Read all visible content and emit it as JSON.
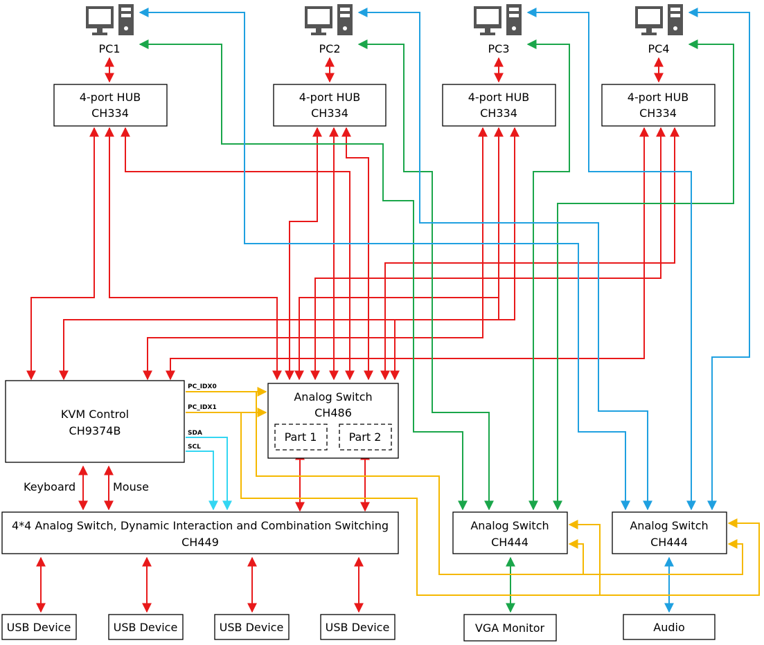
{
  "colors": {
    "red": "#e8191a",
    "green": "#1aa64a",
    "blue": "#1fa0e0",
    "cyan": "#33d6f2",
    "yellow": "#f5b800",
    "icon": "#555555"
  },
  "pcs": [
    {
      "label": "PC1",
      "icon": "desktop-computer-icon"
    },
    {
      "label": "PC2",
      "icon": "desktop-computer-icon"
    },
    {
      "label": "PC3",
      "icon": "desktop-computer-icon"
    },
    {
      "label": "PC4",
      "icon": "desktop-computer-icon"
    }
  ],
  "hubs": [
    {
      "title": "4-port HUB",
      "chip": "CH334"
    },
    {
      "title": "4-port HUB",
      "chip": "CH334"
    },
    {
      "title": "4-port HUB",
      "chip": "CH334"
    },
    {
      "title": "4-port HUB",
      "chip": "CH334"
    }
  ],
  "kvm": {
    "title": "KVM Control",
    "chip": "CH9374B"
  },
  "ch486": {
    "title": "Analog Switch",
    "chip": "CH486",
    "part1": "Part 1",
    "part2": "Part 2"
  },
  "ch449": {
    "title": "4*4 Analog Switch, Dynamic Interaction and Combination Switching",
    "chip": "CH449"
  },
  "ch444_vga": {
    "title": "Analog Switch",
    "chip": "CH444"
  },
  "ch444_audio": {
    "title": "Analog Switch",
    "chip": "CH444"
  },
  "signals": {
    "pc_idx0": "PC_IDX0",
    "pc_idx1": "PC_IDX1",
    "sda": "SDA",
    "scl": "SCL",
    "keyboard": "Keyboard",
    "mouse": "Mouse"
  },
  "usb_devices": [
    "USB Device",
    "USB Device",
    "USB Device",
    "USB Device"
  ],
  "vga_monitor": "VGA Monitor",
  "audio": "Audio"
}
